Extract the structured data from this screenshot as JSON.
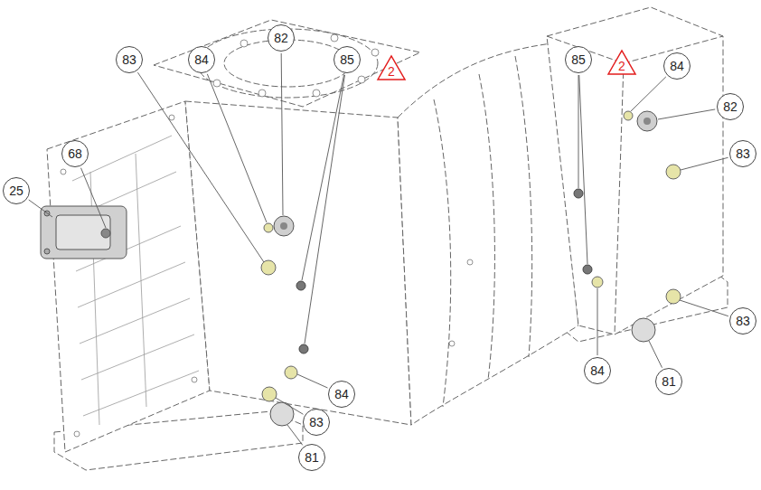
{
  "diagram": {
    "labels": [
      "25",
      "68",
      "83",
      "84",
      "82",
      "85",
      "2",
      "85",
      "2",
      "84",
      "82",
      "83",
      "83",
      "84",
      "81",
      "84",
      "83",
      "81"
    ]
  }
}
